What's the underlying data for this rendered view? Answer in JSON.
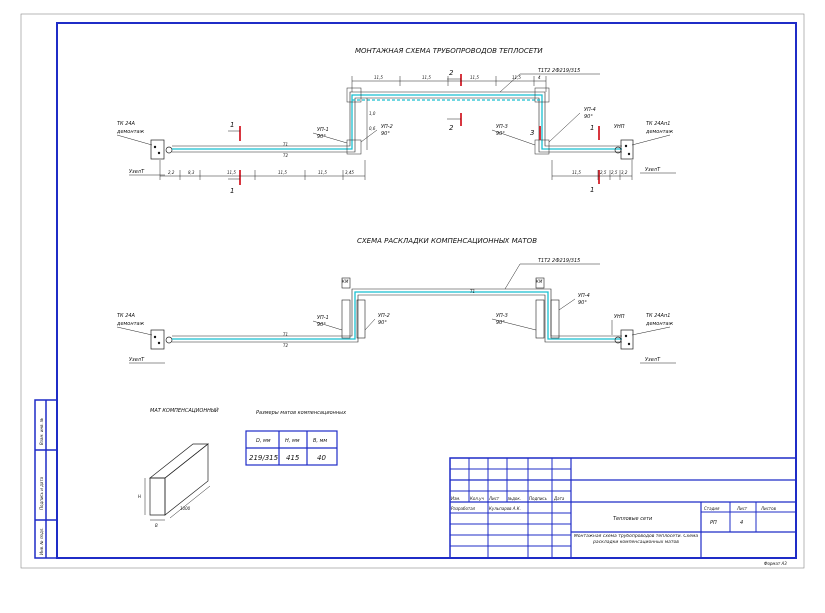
{
  "colors": {
    "frame": "#1f2cc7",
    "pipe": "#18bfd1",
    "section_mark": "#d4202a",
    "line": "#222222"
  },
  "plan1": {
    "title": "МОНТАЖНАЯ СХЕМА ТРУБОПРОВОДОВ ТЕПЛОСЕТИ",
    "tk_left": "ТК 24А",
    "tk_right": "ТК 24Ап1",
    "fitting": "демонтаж",
    "uzel": "УзелТ",
    "pipe_label": "Т1Т2 2Ф219/315",
    "up1": "УП-1",
    "up2": "УП-2",
    "up3": "УП-3",
    "up4": "УП-4",
    "unp": "УНП",
    "angle": "90°",
    "sec1": "1",
    "sec2": "2",
    "sec3": "3",
    "t12": "Т1",
    "t12b": "Т2",
    "dims_bottom": [
      "2,2",
      "8,3",
      "11,5",
      "11,5",
      "11,5",
      "3,45"
    ],
    "dims_top": [
      "11,5",
      "11,5",
      "11,5",
      "11,5",
      "4"
    ],
    "dims_right": [
      "11,5",
      "2,5",
      "2,5",
      "3,2"
    ],
    "v1": "0,6",
    "v2": "1,0"
  },
  "plan2": {
    "title": "СХЕМА РАСКЛАДКИ КОМПЕНСАЦИОННЫХ МАТОВ",
    "tk_left": "ТК 24А",
    "tk_right": "ТК 24Ап1",
    "fitting": "демонтаж",
    "uzel": "УзелТ",
    "pipe_label": "Т1Т2 2Ф219/315",
    "up1": "УП-1",
    "up2": "УП-2",
    "up3": "УП-3",
    "up4": "УП-4",
    "unp": "УНП",
    "angle": "90°",
    "km": "КМ",
    "t1": "Т1",
    "t2": "Т2"
  },
  "mat": {
    "title": "МАТ КОМПЕНСАЦИОННЫЙ",
    "h": "H",
    "b": "B",
    "len": "1000"
  },
  "table": {
    "title": "Размеры матов компенсационных",
    "headers": [
      "D, мм",
      "H, мм",
      "B, мм"
    ],
    "row": [
      "219/315",
      "415",
      "40"
    ]
  },
  "side_stamp": {
    "inv": "Инв. № подл.",
    "sign": "Подпись и дата",
    "vzam": "Взам. инв. №"
  },
  "stamp": {
    "headers": [
      "Изм.",
      "Кол.уч",
      "Лист",
      "№док.",
      "Подпись",
      "Дата"
    ],
    "role": "Разработал",
    "person": "Кульпаров А.К.",
    "project": "Тепловые сети",
    "desc": "Монтажная схема трубопроводов теплосети. Схема раскладки компенсационных матов",
    "stage_h": "Стадия",
    "sheet_h": "Лист",
    "sheets_h": "Листов",
    "stage": "РП",
    "sheet": "4",
    "sheets": "",
    "format": "Формат А3"
  }
}
